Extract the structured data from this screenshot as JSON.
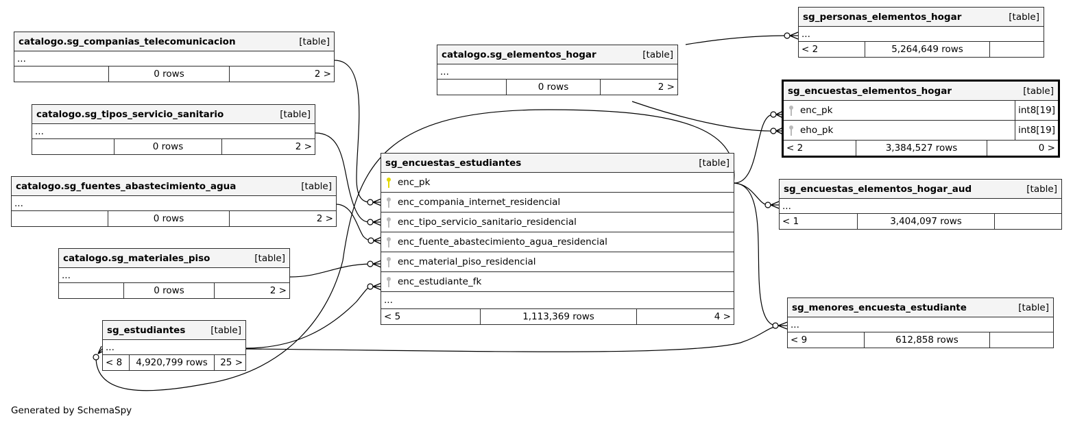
{
  "tables": {
    "companias": {
      "name": "catalogo.sg_companias_telecomunicacion",
      "kind": "[table]",
      "ellipsis": "...",
      "parents": "",
      "rows": "0 rows",
      "children": "2 >"
    },
    "tipos": {
      "name": "catalogo.sg_tipos_servicio_sanitario",
      "kind": "[table]",
      "ellipsis": "...",
      "parents": "",
      "rows": "0 rows",
      "children": "2 >"
    },
    "fuentes": {
      "name": "catalogo.sg_fuentes_abastecimiento_agua",
      "kind": "[table]",
      "ellipsis": "...",
      "parents": "",
      "rows": "0 rows",
      "children": "2 >"
    },
    "materiales": {
      "name": "catalogo.sg_materiales_piso",
      "kind": "[table]",
      "ellipsis": "...",
      "parents": "",
      "rows": "0 rows",
      "children": "2 >"
    },
    "estudiantes": {
      "name": "sg_estudiantes",
      "kind": "[table]",
      "ellipsis": "...",
      "parents": "< 8",
      "rows": "4,920,799 rows",
      "children": "25 >"
    },
    "elementos": {
      "name": "catalogo.sg_elementos_hogar",
      "kind": "[table]",
      "ellipsis": "...",
      "parents": "",
      "rows": "0 rows",
      "children": "2 >"
    },
    "encuestas": {
      "name": "sg_encuestas_estudiantes",
      "kind": "[table]",
      "columns": [
        {
          "name": "enc_pk",
          "key": "pk"
        },
        {
          "name": "enc_compania_internet_residencial",
          "key": "fk"
        },
        {
          "name": "enc_tipo_servicio_sanitario_residencial",
          "key": "fk"
        },
        {
          "name": "enc_fuente_abastecimiento_agua_residencial",
          "key": "fk"
        },
        {
          "name": "enc_material_piso_residencial",
          "key": "fk"
        },
        {
          "name": "enc_estudiante_fk",
          "key": "fk"
        }
      ],
      "ellipsis": "...",
      "parents": "< 5",
      "rows": "1,113,369 rows",
      "children": "4 >"
    },
    "personas": {
      "name": "sg_personas_elementos_hogar",
      "kind": "[table]",
      "ellipsis": "...",
      "parents": "< 2",
      "rows": "5,264,649 rows",
      "children": ""
    },
    "enc_elem": {
      "name": "sg_encuestas_elementos_hogar",
      "kind": "[table]",
      "columns": [
        {
          "name": "enc_pk",
          "key": "fk",
          "type": "int8[19]"
        },
        {
          "name": "eho_pk",
          "key": "fk",
          "type": "int8[19]"
        }
      ],
      "parents": "< 2",
      "rows": "3,384,527 rows",
      "children": "0 >"
    },
    "enc_elem_aud": {
      "name": "sg_encuestas_elementos_hogar_aud",
      "kind": "[table]",
      "ellipsis": "...",
      "parents": "< 1",
      "rows": "3,404,097 rows",
      "children": ""
    },
    "menores": {
      "name": "sg_menores_encuesta_estudiante",
      "kind": "[table]",
      "ellipsis": "...",
      "parents": "< 9",
      "rows": "612,858 rows",
      "children": ""
    }
  },
  "footer": {
    "generated": "Generated by SchemaSpy"
  }
}
